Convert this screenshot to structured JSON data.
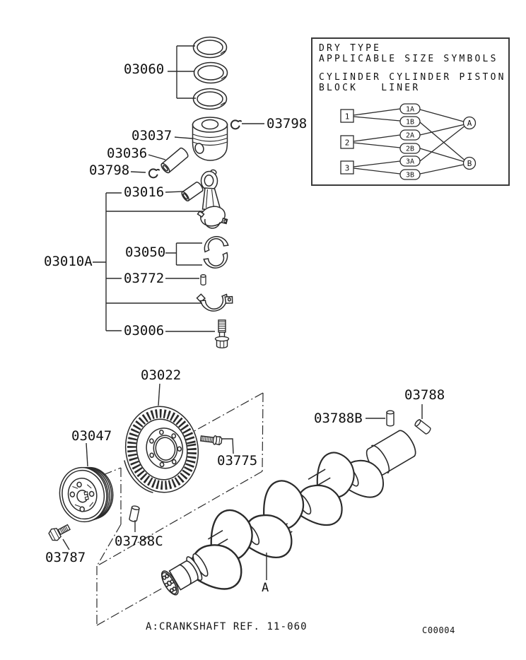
{
  "page": {
    "background": "#ffffff",
    "line_color": "#2b2b2b",
    "text_color": "#111111"
  },
  "part_labels": {
    "ring_set": "03060",
    "snap_ring_right": "03798",
    "piston": "03037",
    "piston_pin": "03036",
    "snap_ring_left": "03798",
    "small_end_bushing": "03016",
    "rod_assembly": "03010A",
    "rod_bearing": "03050",
    "rod_pin": "03772",
    "rod_bolt": "03006",
    "damper": "03022",
    "pulley": "03047",
    "damper_bolt": "03775",
    "pulley_bolt": "03787",
    "pin_c": "03788C",
    "pin_b": "03788B",
    "pin_plain": "03788",
    "crank_callout": "A"
  },
  "size_symbol_box": {
    "title_line1": "DRY TYPE",
    "title_line2": "APPLICABLE SIZE SYMBOLS",
    "header_row1": "CYLINDER CYLINDER PISTON",
    "header_row2": "BLOCK   LINER",
    "cylinder_blocks": [
      "1",
      "2",
      "3"
    ],
    "cylinder_liners": [
      "1A",
      "1B",
      "2A",
      "2B",
      "3A",
      "3B"
    ],
    "pistons": [
      "A",
      "B"
    ]
  },
  "footer": {
    "reference_note": "A:CRANKSHAFT REF. 11-060",
    "drawing_code": "C00004"
  }
}
